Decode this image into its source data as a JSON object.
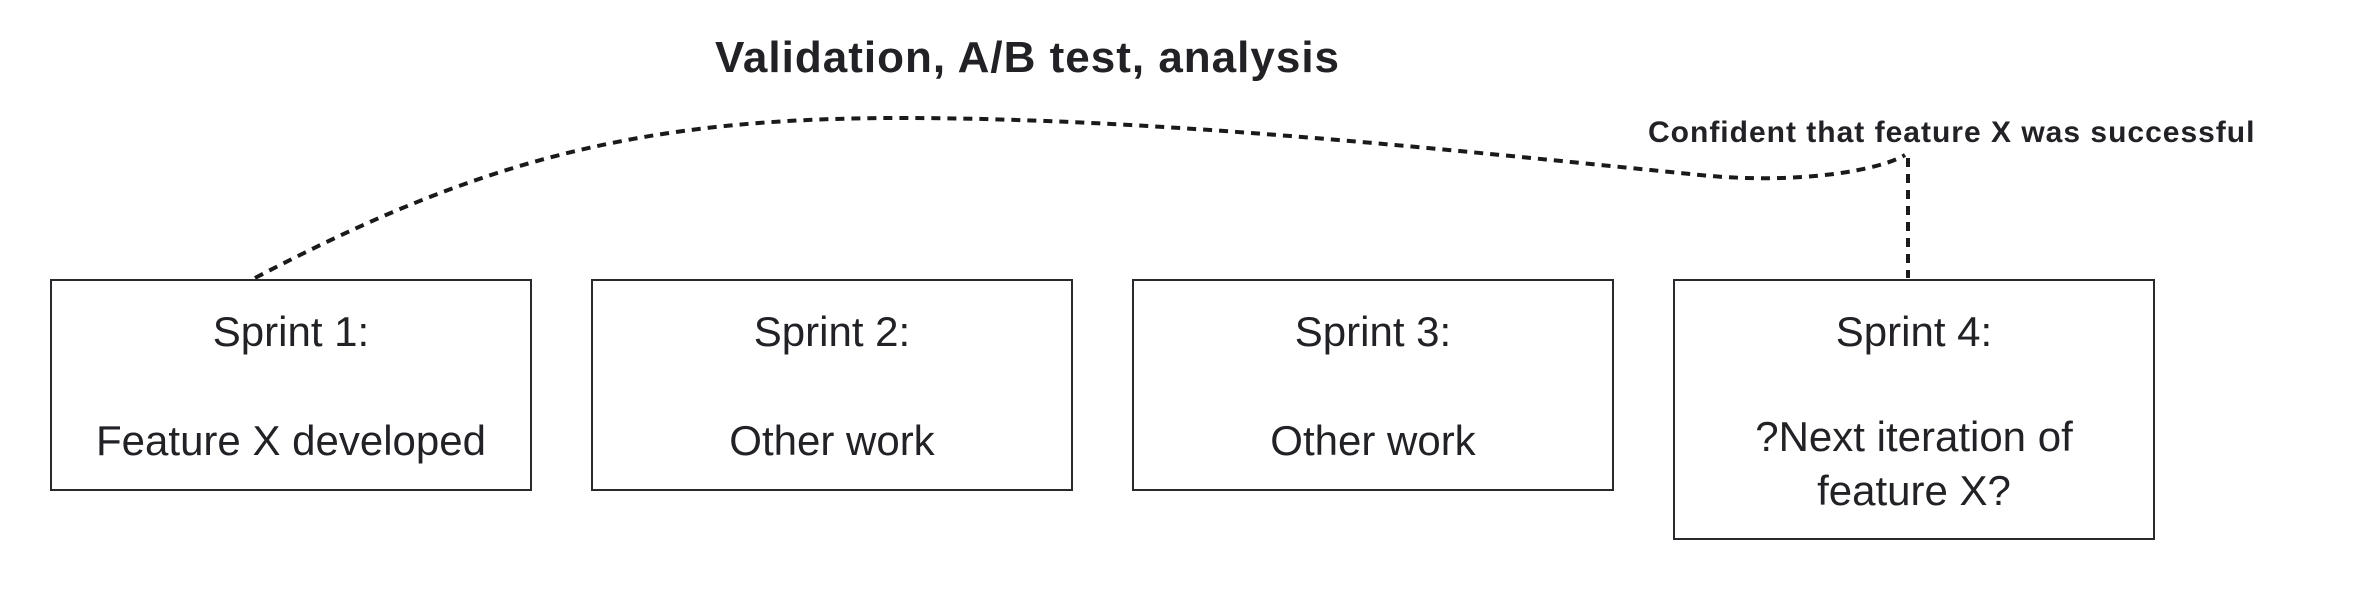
{
  "diagram": {
    "title": "Validation, A/B test, analysis",
    "annotation": "Confident that feature X was successful",
    "sprints": [
      {
        "title": "Sprint 1:",
        "description": "Feature X developed"
      },
      {
        "title": "Sprint 2:",
        "description": "Other work"
      },
      {
        "title": "Sprint 3:",
        "description": "Other work"
      },
      {
        "title": "Sprint 4:",
        "description": "?Next iteration of feature X?"
      }
    ],
    "colors": {
      "text": "#222226",
      "border": "#2a2a2e",
      "connector": "#1a1a1a",
      "background": "#ffffff"
    }
  }
}
